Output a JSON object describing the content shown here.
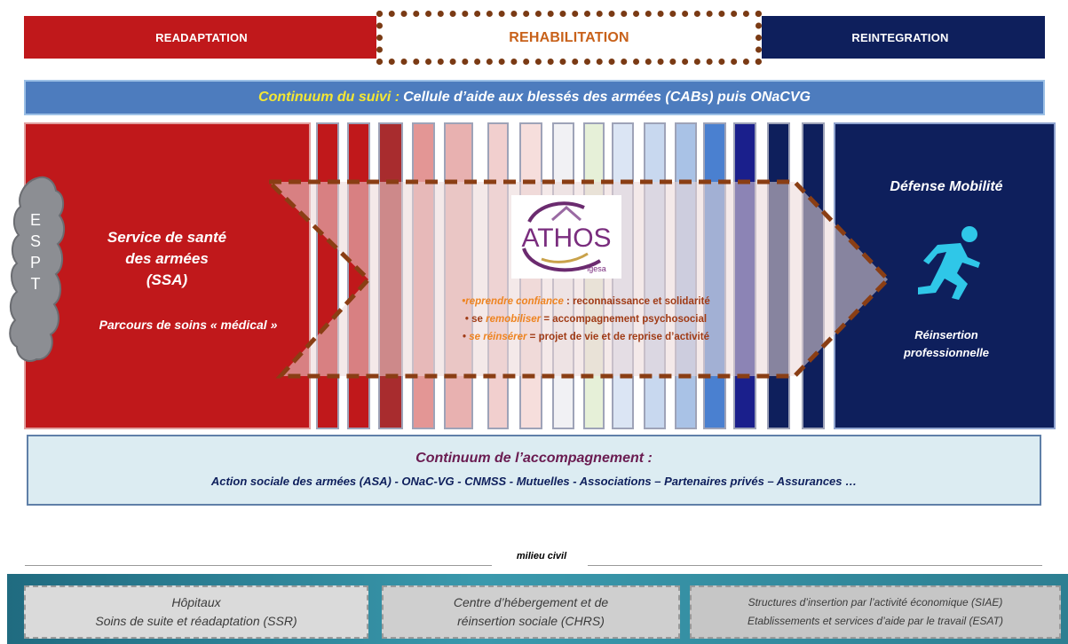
{
  "phases": {
    "readaptation": "READAPTATION",
    "rehabilitation": "REHABILITATION",
    "reintegration": "REINTEGRATION"
  },
  "suivi": {
    "prefix": "Continuum du suivi :",
    "text": "Cellule d’aide aux blessés des armées (CABs) puis ONaCVG"
  },
  "espt": {
    "letters": [
      "E",
      "S",
      "P",
      "T"
    ]
  },
  "ssa": {
    "line1": "Service de santé",
    "line2": "des armées",
    "line3": "(SSA)",
    "parcours": "Parcours de soins « médical »"
  },
  "athos": {
    "logo_text": "ATHOS",
    "logo_sub": "igesa",
    "line1_lead": "•reprendre confiance",
    "line1_rest": " : reconnaissance et solidarité",
    "line2_lead": "• se ",
    "line2_hl": "remobiliser",
    "line2_rest": " = accompagnement psychosocial",
    "line3_lead": "• ",
    "line3_hl": "se réinsérer",
    "line3_rest": " = projet de vie et de reprise d’activité"
  },
  "defense": {
    "title": "Défense Mobilité",
    "icon": "runner-icon",
    "reins_line1": "Réinsertion",
    "reins_line2": "professionnelle"
  },
  "accompagnement": {
    "title": "Continuum de l’accompagnement :",
    "list": "Action sociale des armées (ASA) - ONaC-VG - CNMSS - Mutuelles - Associations – Partenaires privés – Assurances …"
  },
  "civil": {
    "label": "milieu civil",
    "boxes": [
      {
        "line1": "Hôpitaux",
        "line2": "Soins de suite et réadaptation (SSR)"
      },
      {
        "line1": "Centre d’hébergement et de",
        "line2": "réinsertion sociale (CHRS)"
      },
      {
        "line1": "Structures d’insertion par l’activité économique (SIAE)",
        "line2": "Etablissements et services d’aide par le travail (ESAT)"
      }
    ]
  },
  "colors": {
    "red": "#c0181b",
    "navy": "#0e1f5c",
    "blue": "#4d7cbe",
    "brown": "#7a3a14",
    "teal": "#2d7f92"
  }
}
